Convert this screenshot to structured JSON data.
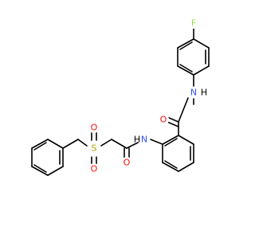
{
  "colors": {
    "bond": "#000000",
    "carbon": "#000000",
    "oxygen": "#ff0d0d",
    "nitrogen": "#3050f8",
    "sulfur": "#b3a000",
    "fluorine": "#90e050",
    "hydrogen": "#000000",
    "background": "#ffffff"
  },
  "atoms": [
    {
      "id": "F",
      "label": "F",
      "element": "fluorine"
    },
    {
      "id": "N_amide",
      "label": "N",
      "element": "nitrogen"
    },
    {
      "id": "H_amide",
      "label": "H",
      "element": "hydrogen"
    },
    {
      "id": "O_amide",
      "label": "O",
      "element": "oxygen"
    },
    {
      "id": "N_anilide",
      "label": "N",
      "element": "nitrogen"
    },
    {
      "id": "H_anilide",
      "label": "H",
      "element": "hydrogen"
    },
    {
      "id": "O_acetyl",
      "label": "O",
      "element": "oxygen"
    },
    {
      "id": "S",
      "label": "S",
      "element": "sulfur"
    },
    {
      "id": "O_sulfonyl_top",
      "label": "O",
      "element": "oxygen"
    },
    {
      "id": "O_sulfonyl_bottom",
      "label": "O",
      "element": "oxygen"
    }
  ]
}
